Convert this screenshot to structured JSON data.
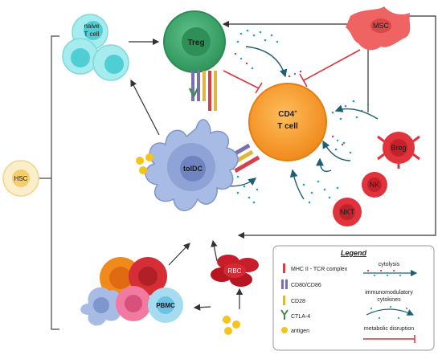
{
  "cells": {
    "treg": "Treg",
    "naive_t": [
      "naive",
      "T cell"
    ],
    "msc": "MSC",
    "cd4": [
      "CD4",
      "+",
      "T cell"
    ],
    "toldc": "tolDC",
    "breg": "Breg",
    "nk": "NK",
    "nkt": "NKT",
    "hsc": "HSC",
    "rbc": "RBC",
    "pbmc": "PBMC"
  },
  "legend": {
    "title": "Legend",
    "items": {
      "mhc": "MHC II - TCR complex",
      "cd80": "CD80/CD86",
      "cd28": "CD28",
      "ctla4": "CTLA-4",
      "antigen": "antigen",
      "cytolysis": "cytolysis",
      "cytokines": [
        "immunomodulatory",
        "cytokines"
      ],
      "metabolic": "metabolic disruption"
    }
  },
  "colors": {
    "treg": "#3faa6a",
    "cd4": "#f5a23a",
    "toldc": "#9aaedc",
    "msc": "#ef6363",
    "kill_cells": "#e0333c",
    "naive": "#4fcfd4",
    "hsc": "#fbe8b0",
    "dots": "#1aa5b8",
    "inhibit": "#d8343a"
  }
}
